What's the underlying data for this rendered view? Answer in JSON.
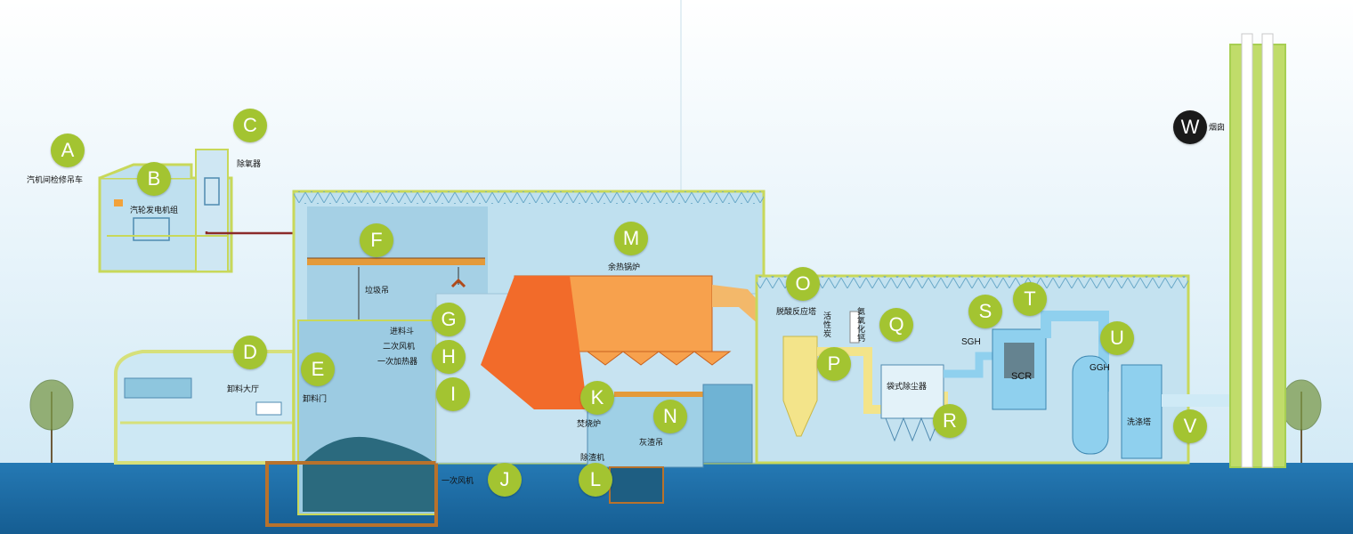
{
  "markers": [
    {
      "letter": "A",
      "label": "汽机间检修吊车"
    },
    {
      "letter": "B",
      "label": "汽轮发电机组"
    },
    {
      "letter": "C",
      "label": "除氧器"
    },
    {
      "letter": "D",
      "label": "卸料大厅"
    },
    {
      "letter": "E",
      "label": "卸料门"
    },
    {
      "letter": "F",
      "label": "垃圾吊"
    },
    {
      "letter": "G",
      "label": "进料斗"
    },
    {
      "letter": "H",
      "label": "二次风机"
    },
    {
      "letter": "I",
      "label": "一次加热器"
    },
    {
      "letter": "J",
      "label": "一次风机"
    },
    {
      "letter": "K",
      "label": "焚烧炉"
    },
    {
      "letter": "L",
      "label": "除渣机"
    },
    {
      "letter": "M",
      "label": "余热锅炉"
    },
    {
      "letter": "N",
      "label": "灰渣吊"
    },
    {
      "letter": "O",
      "label": "脱酸反应塔"
    },
    {
      "letter": "P",
      "label": "活性炭"
    },
    {
      "letter": "Q",
      "label": "袋式除尘器"
    },
    {
      "letter": "R",
      "label": ""
    },
    {
      "letter": "S",
      "label": "SGH"
    },
    {
      "letter": "T",
      "label": "SCR"
    },
    {
      "letter": "U",
      "label": "GGH"
    },
    {
      "letter": "V",
      "label": "洗涤塔"
    },
    {
      "letter": "W",
      "label": "烟囱"
    }
  ],
  "extra_labels": {
    "ammonia": "氨氧化钙"
  },
  "colors": {
    "sky_top": "#ffffff",
    "sky_bottom": "#d6ebf6",
    "ground": "#1e6fa8",
    "building_fill": "#bfe0ef",
    "building_outline": "#c8d85a",
    "pipe": "#8fd0ee",
    "furnace": "#f26b2a",
    "boiler": "#f7a14d",
    "flue": "#f3e48a",
    "marker_green": "#a3c431",
    "marker_dark": "#1a1a1a",
    "chimney": "#a7cf52"
  }
}
